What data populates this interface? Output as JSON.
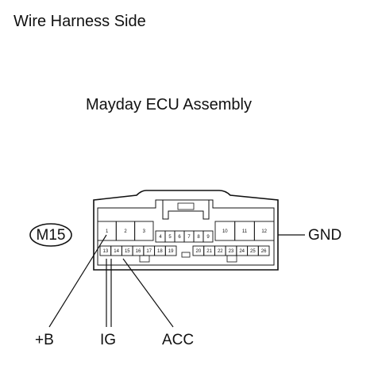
{
  "view_title": "Wire Harness Side",
  "component_name": "Mayday ECU Assembly",
  "connector_code": "M15",
  "signals": {
    "gnd": "GND",
    "plus_b": "+B",
    "ig": "IG",
    "acc": "ACC"
  },
  "pins": {
    "upper_left": [
      "1",
      "2",
      "3"
    ],
    "upper_middle": [
      "4",
      "5",
      "6",
      "7",
      "8",
      "9"
    ],
    "upper_right": [
      "10",
      "11",
      "12"
    ],
    "lower_left": [
      "13",
      "14",
      "15",
      "16",
      "17",
      "18",
      "19"
    ],
    "lower_right": [
      "20",
      "21",
      "22",
      "23",
      "24",
      "25",
      "26"
    ]
  }
}
